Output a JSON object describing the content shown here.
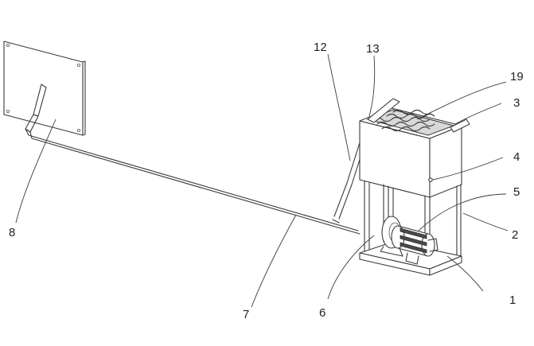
{
  "labels": {
    "l1": "1",
    "l2": "2",
    "l3": "3",
    "l4": "4",
    "l5": "5",
    "l6": "6",
    "l7": "7",
    "l8": "8",
    "l12": "12",
    "l13": "13",
    "l19": "19"
  }
}
